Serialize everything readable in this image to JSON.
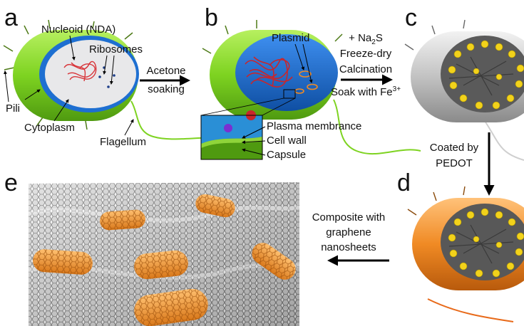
{
  "panels": {
    "a": {
      "letter": "a",
      "labels": {
        "nucleoid": "Nucleoid (NDA)",
        "ribosomes": "Ribosomes",
        "pili": "Pili",
        "cytoplasm": "Cytoplasm",
        "flagellum": "Flagellum"
      }
    },
    "b": {
      "letter": "b",
      "labels": {
        "plasmid": "Plasmid",
        "plasma_membrane": "Plasma membrance",
        "cell_wall": "Cell wall",
        "capsule": "Capsule"
      }
    },
    "c": {
      "letter": "c"
    },
    "d": {
      "letter": "d"
    },
    "e": {
      "letter": "e"
    }
  },
  "steps": {
    "a_to_b": {
      "line1": "Acetone",
      "line2": "soaking"
    },
    "b_to_c": {
      "line1_prefix": "+ Na",
      "line1_sub": "2",
      "line1_suffix": "S",
      "line2": "Freeze-dry",
      "line3": "Calcination",
      "line4_prefix": "Soak with Fe",
      "line4_sup": "3+"
    },
    "c_to_d": {
      "line1": "Coated by",
      "line2": "PEDOT"
    },
    "d_to_e": {
      "line1": "Composite with",
      "line2": "graphene",
      "line3": "nanosheets"
    }
  },
  "colors": {
    "bacterium_green": "#7ed321",
    "cytoplasm_blue": "#1e6fd1",
    "shell_grey": "#b9b9b9",
    "pedot_orange": "#f08a24",
    "sulfur_yellow": "#f2d21b",
    "dna_red": "#d8353a",
    "graphene_grey": "#8e8e8e"
  }
}
